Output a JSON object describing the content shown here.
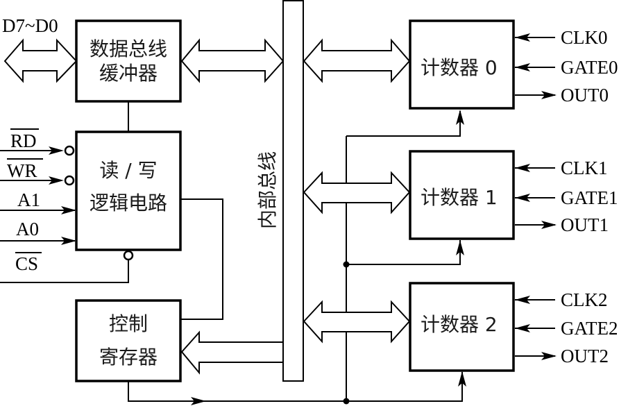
{
  "diagram": {
    "title": "8253 internal block diagram",
    "data_bus_label": "D7~D0",
    "blocks": {
      "data_bus_buffer": {
        "line1": "数据总线",
        "line2": "缓冲器"
      },
      "rw_logic": {
        "line1": "读 / 写",
        "line2": "逻辑电路"
      },
      "control_register": {
        "line1": "控制",
        "line2": "寄存器"
      },
      "internal_bus": {
        "label": "内部总线"
      }
    },
    "rw_inputs": [
      {
        "label": "RD",
        "active_low": true
      },
      {
        "label": "WR",
        "active_low": true
      },
      {
        "label": "A1",
        "active_low": false
      },
      {
        "label": "A0",
        "active_low": false
      },
      {
        "label": "CS",
        "active_low": true
      }
    ],
    "counters": [
      {
        "label": "计数器 0",
        "clk": "CLK0",
        "gate": "GATE0",
        "out": "OUT0"
      },
      {
        "label": "计数器 1",
        "clk": "CLK1",
        "gate": "GATE1",
        "out": "OUT1"
      },
      {
        "label": "计数器 2",
        "clk": "CLK2",
        "gate": "GATE2",
        "out": "OUT2"
      }
    ]
  }
}
